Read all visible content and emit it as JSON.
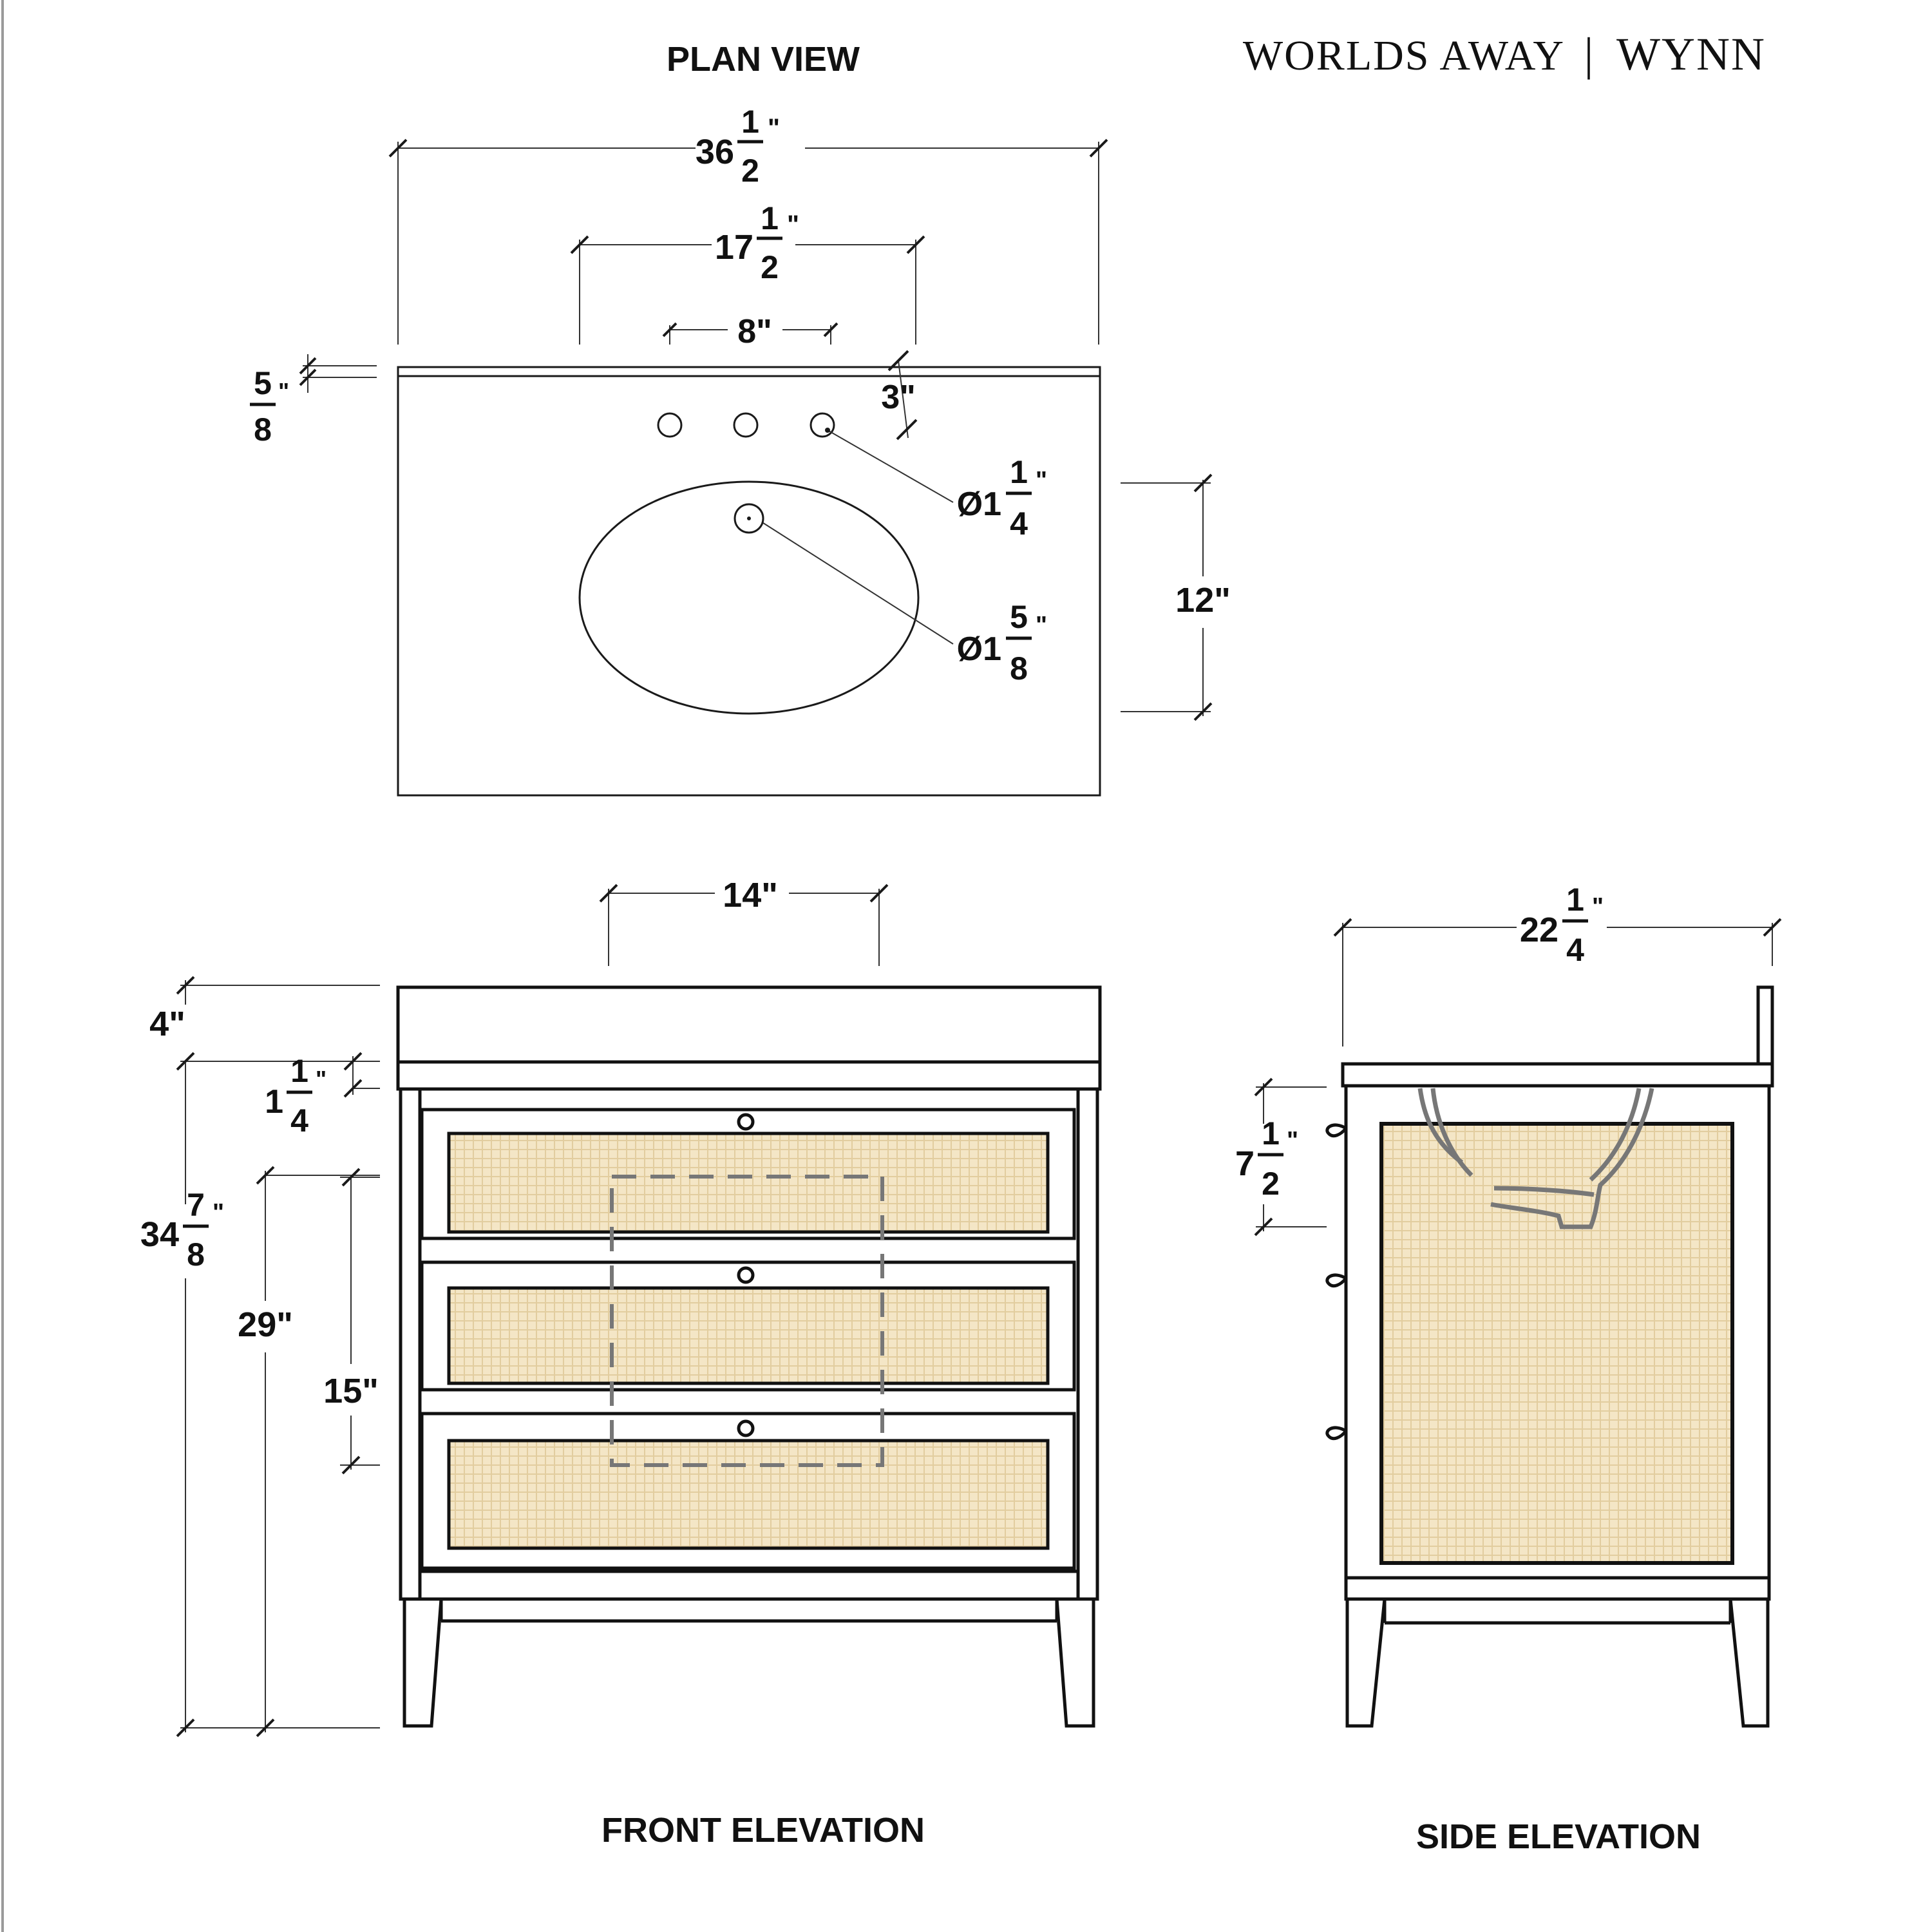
{
  "brand": {
    "company": "WORLDS AWAY",
    "product": "WYNN",
    "separator": "|"
  },
  "views": {
    "plan": "PLAN VIEW",
    "front": "FRONT ELEVATION",
    "side": "SIDE ELEVATION"
  },
  "dimensions": {
    "plan_width": {
      "whole": "36",
      "num": "1",
      "den": "2",
      "unit": "\""
    },
    "plan_basin_width": {
      "whole": "17",
      "num": "1",
      "den": "2",
      "unit": "\""
    },
    "plan_faucet_spread": "8\"",
    "plan_faucet_setback": "3\"",
    "plan_top_edge": {
      "whole": "",
      "num": "5",
      "den": "8",
      "unit": "\""
    },
    "plan_faucet_hole": {
      "whole": "Ø1",
      "num": "1",
      "den": "4",
      "unit": "\""
    },
    "plan_drain_hole": {
      "whole": "Ø1",
      "num": "5",
      "den": "8",
      "unit": "\""
    },
    "plan_basin_depth": "12\"",
    "front_basin_width": "14\"",
    "front_basin_height": "4\"",
    "front_top_thickness": {
      "whole": "1",
      "num": "1",
      "den": "4",
      "unit": "\""
    },
    "front_total_height": {
      "whole": "34",
      "num": "7",
      "den": "8",
      "unit": "\""
    },
    "front_body_height": "29\"",
    "front_cutout_height": "15\"",
    "side_depth": {
      "whole": "22",
      "num": "1",
      "den": "4",
      "unit": "\""
    },
    "side_drawer_height": {
      "whole": "7",
      "num": "1",
      "den": "2",
      "unit": "\""
    }
  },
  "colors": {
    "cane": "#f4e6c6",
    "line": "#111111",
    "hidden": "#777777"
  }
}
